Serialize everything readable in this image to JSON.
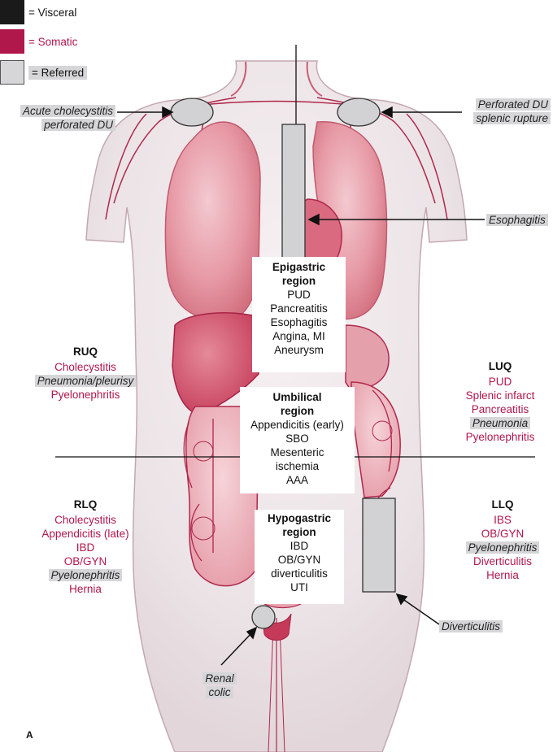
{
  "legend": {
    "visceral": {
      "label": "= Visceral",
      "color": "#1a1a1a"
    },
    "somatic": {
      "label": "= Somatic",
      "color": "#b0174a"
    },
    "referred": {
      "label": "= Referred",
      "color": "#d6d6d8"
    }
  },
  "callouts": {
    "top_left": [
      "Acute cholecystitis",
      "perforated DU"
    ],
    "top_right": [
      "Perforated DU",
      "splenic rupture"
    ],
    "esophagitis": "Esophagitis",
    "diverticulitis": "Diverticulitis",
    "renal": [
      "Renal",
      "colic"
    ]
  },
  "boxes": {
    "epigastric": {
      "title": [
        "Epigastric",
        "region"
      ],
      "items": [
        "PUD",
        "Pancreatitis",
        "Esophagitis",
        "Angina, MI",
        "Aneurysm"
      ]
    },
    "umbilical": {
      "title": [
        "Umbilical",
        "region"
      ],
      "items": [
        "Appendicitis (early)",
        "SBO",
        "Mesenteric",
        "ischemia",
        "AAA"
      ]
    },
    "hypogastric": {
      "title": [
        "Hypogastric",
        "region"
      ],
      "items": [
        "IBD",
        "OB/GYN",
        "diverticulitis",
        "UTI"
      ]
    }
  },
  "quadrants": {
    "ruq": {
      "title": "RUQ",
      "items": [
        "Cholecystitis",
        "Pneumonia/pleurisy",
        "Pyelonephritis"
      ]
    },
    "luq": {
      "title": "LUQ",
      "items": [
        "PUD",
        "Splenic infarct",
        "Pancreatitis",
        "Pneumonia",
        "Pyelonephritis"
      ]
    },
    "rlq": {
      "title": "RLQ",
      "items": [
        "Cholecystitis",
        "Appendicitis (late)",
        "IBD",
        "OB/GYN",
        "Pyelonephritis",
        "Hernia"
      ]
    },
    "llq": {
      "title": "LLQ",
      "items": [
        "IBS",
        "OB/GYN",
        "Pyelonephritis",
        "Diverticulitis",
        "Hernia"
      ]
    }
  },
  "panel_letter": "A"
}
